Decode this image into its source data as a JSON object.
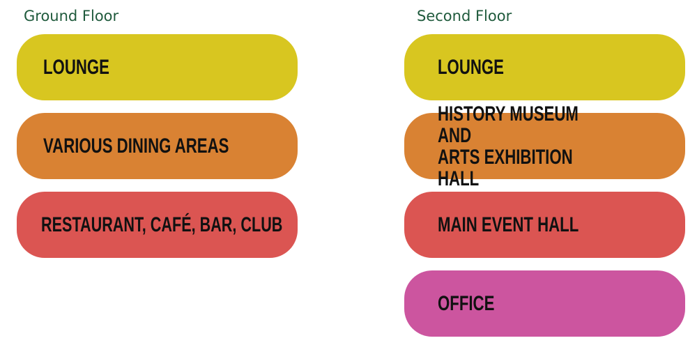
{
  "colors": {
    "title_green": "#1f5a3c",
    "lounge_yellow": "#d8c620",
    "dining_orange": "#d98233",
    "event_red": "#db5552",
    "office_pink": "#cc559f",
    "label_black": "#111111"
  },
  "ground_floor": {
    "title": "Ground Floor",
    "items": [
      {
        "label": "LOUNGE",
        "color": "#d8c620"
      },
      {
        "label": "VARIOUS DINING AREAS",
        "color": "#d98233"
      },
      {
        "label": "RESTAURANT, CAFÉ, BAR, CLUB",
        "color": "#db5552"
      }
    ]
  },
  "second_floor": {
    "title": "Second Floor",
    "items": [
      {
        "label": "LOUNGE",
        "color": "#d8c620"
      },
      {
        "label": "HISTORY MUSEUM AND\nARTS EXHIBITION HALL",
        "color": "#d98233"
      },
      {
        "label": "MAIN EVENT HALL",
        "color": "#db5552"
      },
      {
        "label": "OFFICE",
        "color": "#cc559f"
      }
    ]
  }
}
